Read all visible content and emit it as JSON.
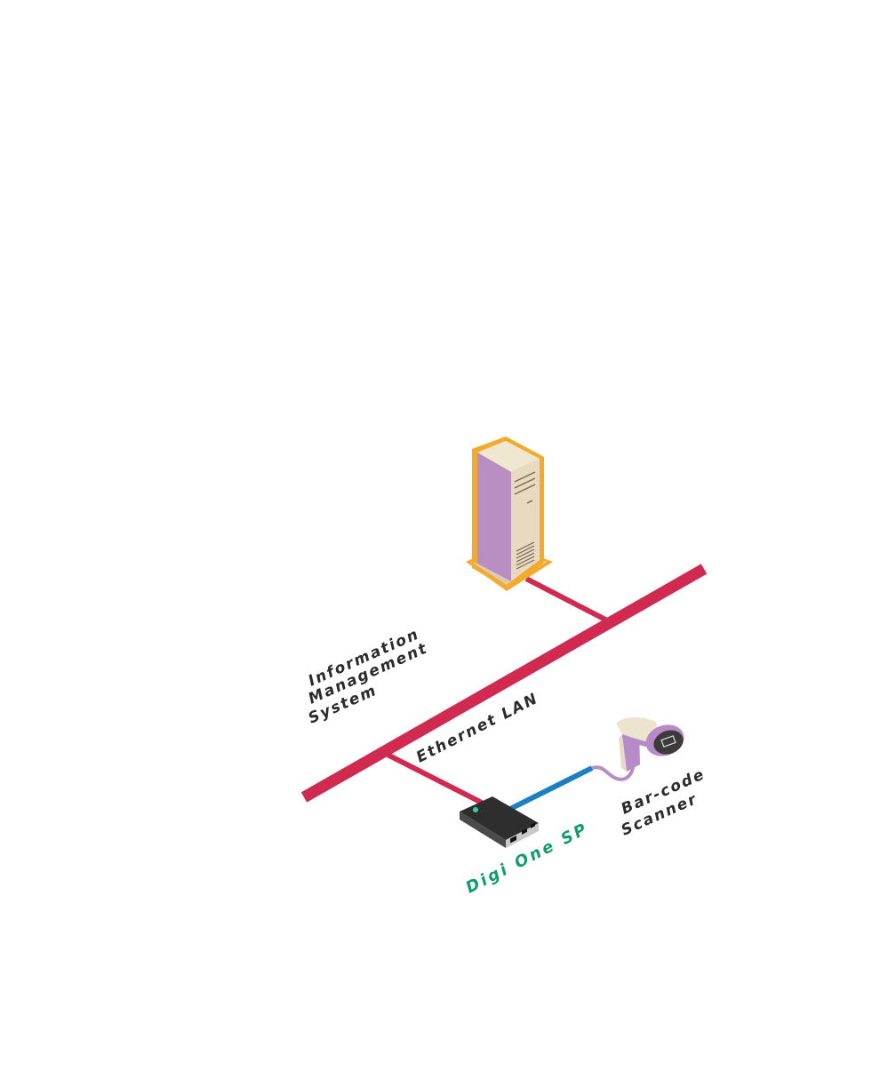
{
  "colors": {
    "lan": "#d02a50",
    "serial_cable": "#1b7fc4",
    "server_outline": "#f2ab2c",
    "server_side": "#b98ec3",
    "server_front": "#e8dac0",
    "device_body": "#2e2e2e",
    "scanner_accent": "#b78ac8",
    "label_dark": "#2b2b2b",
    "label_green": "#0f9b6e"
  },
  "labels": {
    "ims": [
      "Information",
      "Management",
      "System"
    ],
    "ethernet": "Ethernet LAN",
    "device": "Digi One SP",
    "scanner": [
      "Bar-code",
      "Scanner"
    ]
  }
}
